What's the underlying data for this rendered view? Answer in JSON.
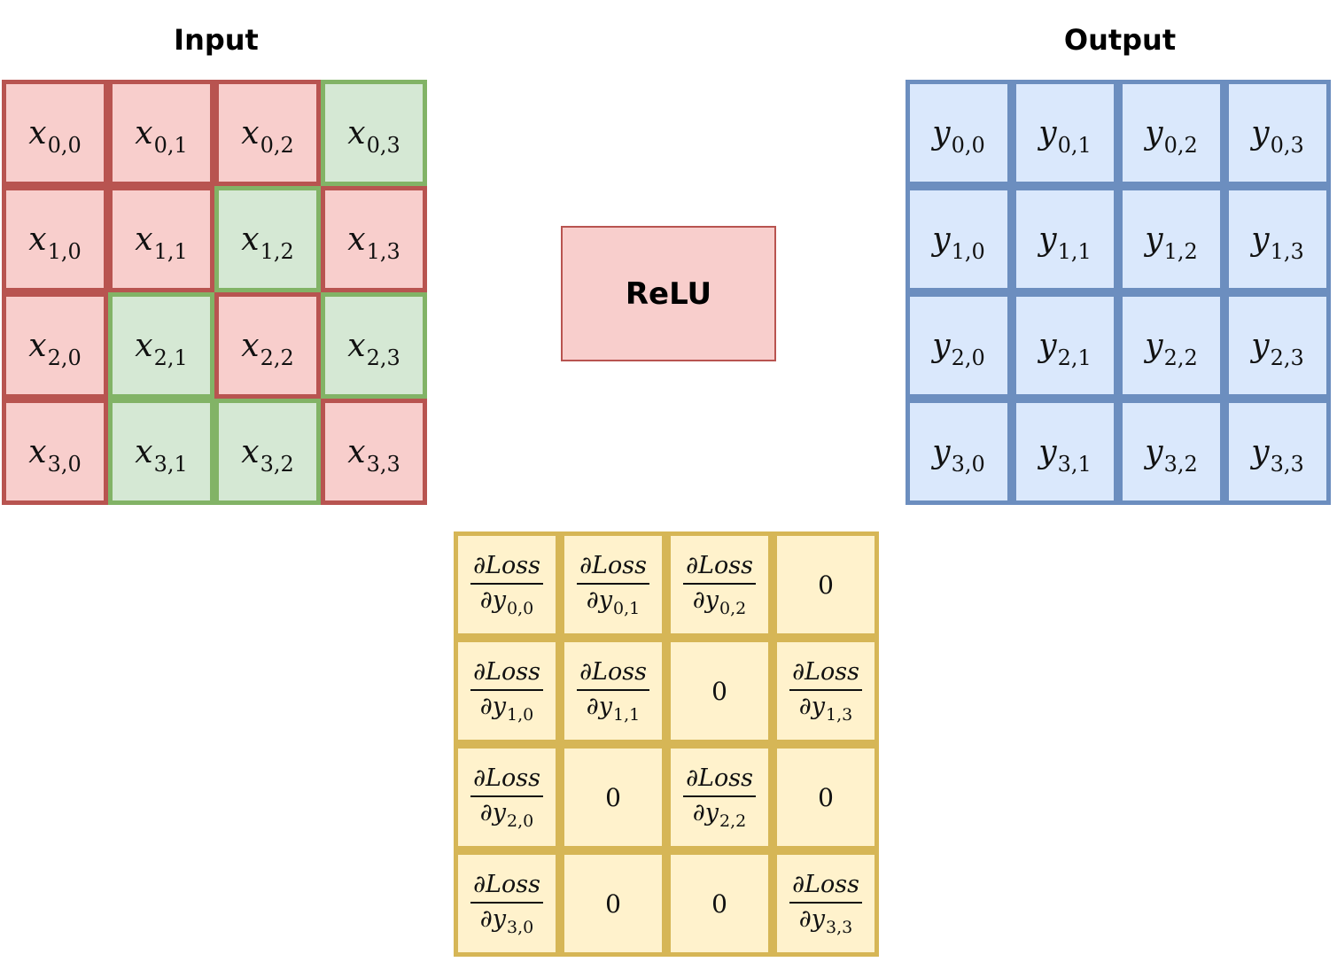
{
  "input_title": "Input",
  "output_title": "Output",
  "relu_label": "ReLU",
  "zero_symbol": "0",
  "partial_symbol": "∂",
  "loss_name": "Loss",
  "input_var": "x",
  "output_var": "y",
  "colors": {
    "negative_fill": "#f8cecc",
    "negative_border": "#b85450",
    "positive_fill": "#d5e8d4",
    "positive_border": "#82b366",
    "output_fill": "#dae8fc",
    "output_border": "#6c8ebf",
    "grad_fill": "#fff2cc",
    "grad_border": "#d6b656"
  },
  "input_mask": [
    [
      0,
      0,
      0,
      1
    ],
    [
      0,
      0,
      1,
      0
    ],
    [
      0,
      1,
      0,
      1
    ],
    [
      0,
      1,
      1,
      0
    ]
  ],
  "input_cells": [
    [
      "0,0",
      "0,1",
      "0,2",
      "0,3"
    ],
    [
      "1,0",
      "1,1",
      "1,2",
      "1,3"
    ],
    [
      "2,0",
      "2,1",
      "2,2",
      "2,3"
    ],
    [
      "3,0",
      "3,1",
      "3,2",
      "3,3"
    ]
  ],
  "output_cells": [
    [
      "0,0",
      "0,1",
      "0,2",
      "0,3"
    ],
    [
      "1,0",
      "1,1",
      "1,2",
      "1,3"
    ],
    [
      "2,0",
      "2,1",
      "2,2",
      "2,3"
    ],
    [
      "3,0",
      "3,1",
      "3,2",
      "3,3"
    ]
  ],
  "gradient_cells": [
    [
      "0,0",
      "0,1",
      "0,2",
      "0"
    ],
    [
      "1,0",
      "1,1",
      "0",
      "1,3"
    ],
    [
      "2,0",
      "0",
      "2,2",
      "0"
    ],
    [
      "3,0",
      "0",
      "0",
      "3,3"
    ]
  ]
}
